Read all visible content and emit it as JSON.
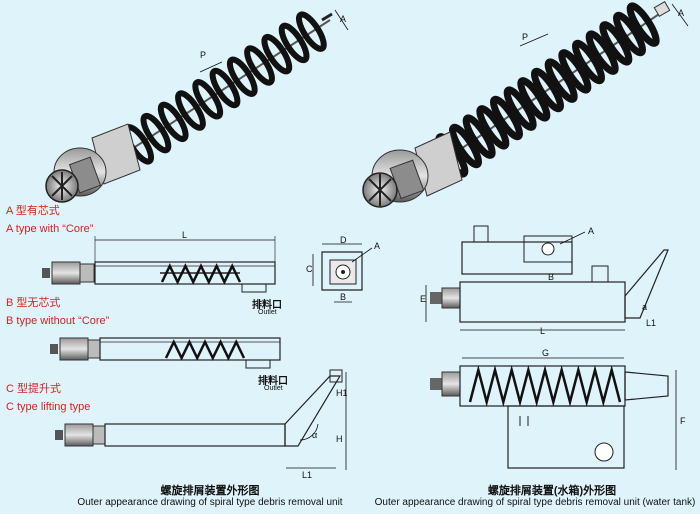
{
  "labels": {
    "a_zh": "A 型有芯式",
    "a_en": "A type with “Core”",
    "b_zh": "B 型无芯式",
    "b_en": "B type without “Core”",
    "c_zh": "C 型提升式",
    "c_en": "C type lifting type"
  },
  "outlet": {
    "zh": "排料口",
    "en": "Outlet"
  },
  "captions": {
    "left_zh": "螺旋排屑装置外形图",
    "left_en": "Outer appearance drawing of spiral type debris removal unit",
    "right_zh": "螺旋排屑装置(水箱)外形图",
    "right_en": "Outer appearance drawing of spiral type debris removal unit (water tank)"
  },
  "dimensions": {
    "A": "A",
    "P": "P",
    "L": "L",
    "D": "D",
    "C": "C",
    "B": "B",
    "E": "E",
    "G": "G",
    "F": "F",
    "H": "H",
    "H1": "H1",
    "L1": "L1",
    "alpha": "α"
  }
}
